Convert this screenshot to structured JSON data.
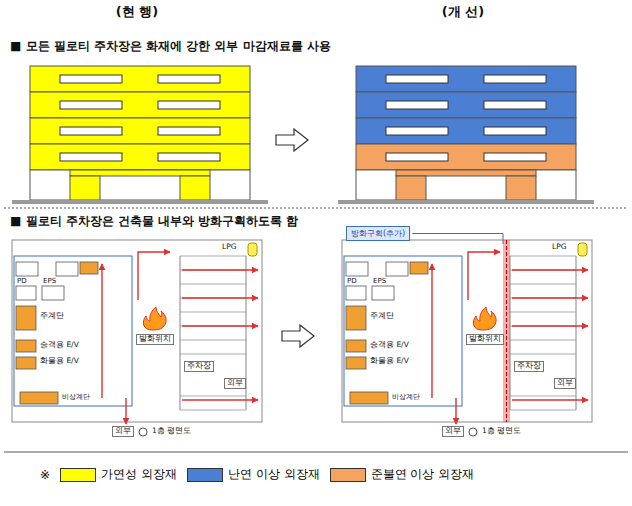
{
  "diagram": {
    "nodes": [
      {
        "text": [
          "방화구획(추가)"
        ]
      }
    ],
    "labels": [
      "(현 행)",
      "(개 선)",
      "■ 모든 필로티 주차장은 화재에 강한 외부 마감재료를 사용",
      "■ 필로티 주차장은 건축물 내부와 방화구획하도록 함",
      "LPG",
      "PD",
      "EPS",
      "주계단",
      "승객용 E/V",
      "화물용 E/V",
      "발화위치",
      "주차장",
      "외부",
      "외부",
      "1층 평면도",
      "비상계단",
      "LPG",
      "PD",
      "EPS",
      "주계단",
      "승객용 E/V",
      "화물용 E/V",
      "발화위치",
      "주차장",
      "외부",
      "외부",
      "1층 평면도",
      "비상계단",
      "※"
    ],
    "legend": [
      {
        "text": "가연성 외장재",
        "color": "#ffff00"
      },
      {
        "text": "난연 이상 외장재",
        "color": "#4a7fd4"
      },
      {
        "text": "준불연 이상 외장재",
        "color": "#f4a460"
      }
    ]
  }
}
